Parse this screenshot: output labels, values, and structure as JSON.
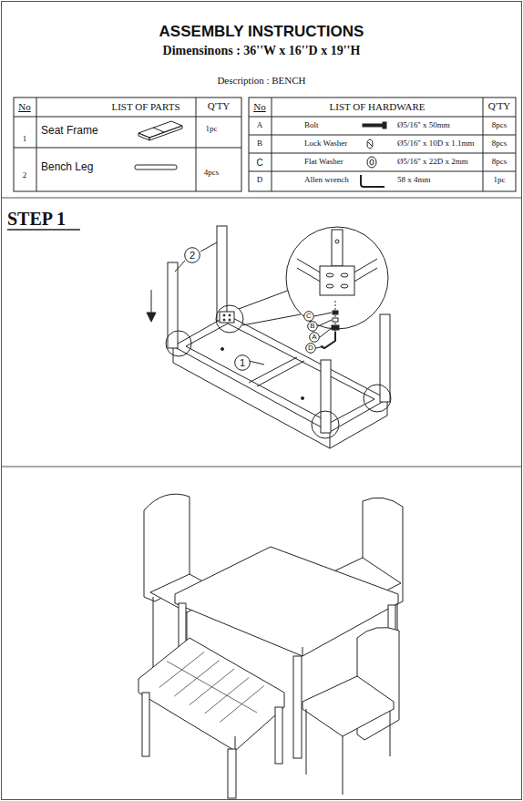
{
  "diagram": {
    "title": "ASSEMBLY INSTRUCTIONS",
    "nodes": [
      {
        "text": [
          "2"
        ]
      },
      {
        "text": [
          "1"
        ]
      },
      {
        "text": [
          "C"
        ]
      },
      {
        "text": [
          "B"
        ]
      },
      {
        "text": [
          "A"
        ]
      },
      {
        "text": [
          "D"
        ]
      }
    ],
    "labels": [
      "Dimensinons : 36''W x 16''D x 19''H",
      "Description : BENCH",
      "No",
      "LIST OF  PARTS",
      "Q'TY",
      "1",
      "Seat Frame",
      "1pc",
      "2",
      "Bench Leg",
      "4pcs",
      "No",
      "LIST OF HARDWARE",
      "Q'TY",
      "A",
      "Bolt",
      "Ø5/16'' x 50mm",
      "8pcs",
      "B",
      "Lock Washer",
      "Ø5/16'' x 10D x 1.1mm",
      "8pcs",
      "C",
      "Flat Washer",
      "Ø5/16'' x 22D x 2mm",
      "8pcs",
      "D",
      "Allen wrench",
      "58 x 4mm",
      "1pc",
      "STEP 1"
    ]
  }
}
